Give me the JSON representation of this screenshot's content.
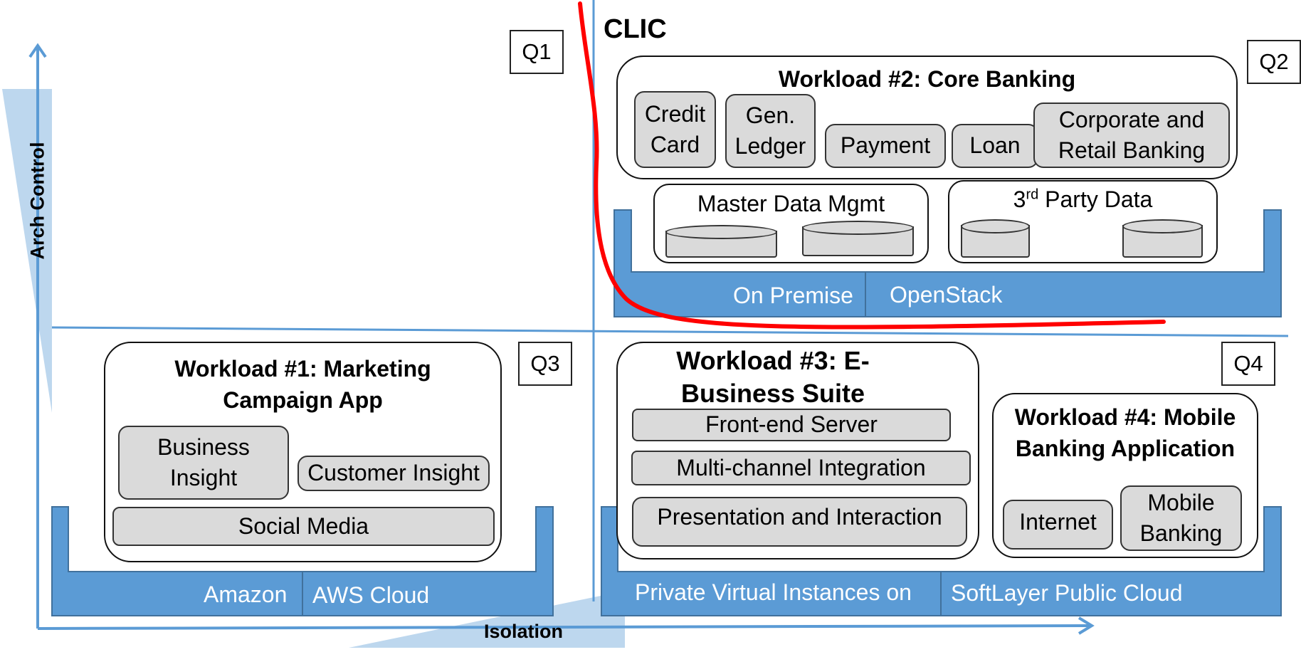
{
  "clic_label": "CLIC",
  "axes": {
    "y_label": "Arch Control",
    "x_label": "Isolation"
  },
  "quadrants": {
    "q1": "Q1",
    "q2": "Q2",
    "q3": "Q3",
    "q4": "Q4"
  },
  "workload2": {
    "title": "Workload #2: Core Banking",
    "components": [
      {
        "line1": "Credit",
        "line2": "Card"
      },
      {
        "line1": "Gen.",
        "line2": "Ledger"
      },
      {
        "line1": "Payment",
        "line2": ""
      },
      {
        "line1": "Loan",
        "line2": ""
      },
      {
        "line1": "Corporate and",
        "line2": "Retail Banking"
      }
    ],
    "master_data": "Master Data Mgmt",
    "third_party": {
      "prefix": "3",
      "sup": "rd",
      "rest": " Party Data"
    },
    "platform": {
      "left": "On Premise",
      "right": "OpenStack"
    }
  },
  "workload1": {
    "title_line1": "Workload #1: Marketing",
    "title_line2": "Campaign App",
    "components": {
      "business_insight": {
        "line1": "Business",
        "line2": "Insight"
      },
      "customer_insight": "Customer Insight",
      "social_media": "Social Media"
    },
    "platform": {
      "left": "Amazon",
      "right": "AWS Cloud"
    }
  },
  "workload3": {
    "title_line1": "Workload #3: E-",
    "title_line2": "Business Suite",
    "components": [
      "Front-end Server",
      "Multi-channel Integration",
      "Presentation and Interaction"
    ],
    "platform": {
      "left": "Private Virtual Instances on",
      "right": "SoftLayer Public Cloud"
    }
  },
  "workload4": {
    "title_line1": "Workload #4: Mobile",
    "title_line2": "Banking Application",
    "components": {
      "internet": "Internet",
      "mobile_banking": {
        "line1": "Mobile",
        "line2": "Banking"
      }
    }
  },
  "colors": {
    "platform_blue": "#5b9bd5",
    "axis_blue": "#5b9bd5",
    "boundary_red": "#ff0000",
    "component_grey": "#dadada"
  }
}
